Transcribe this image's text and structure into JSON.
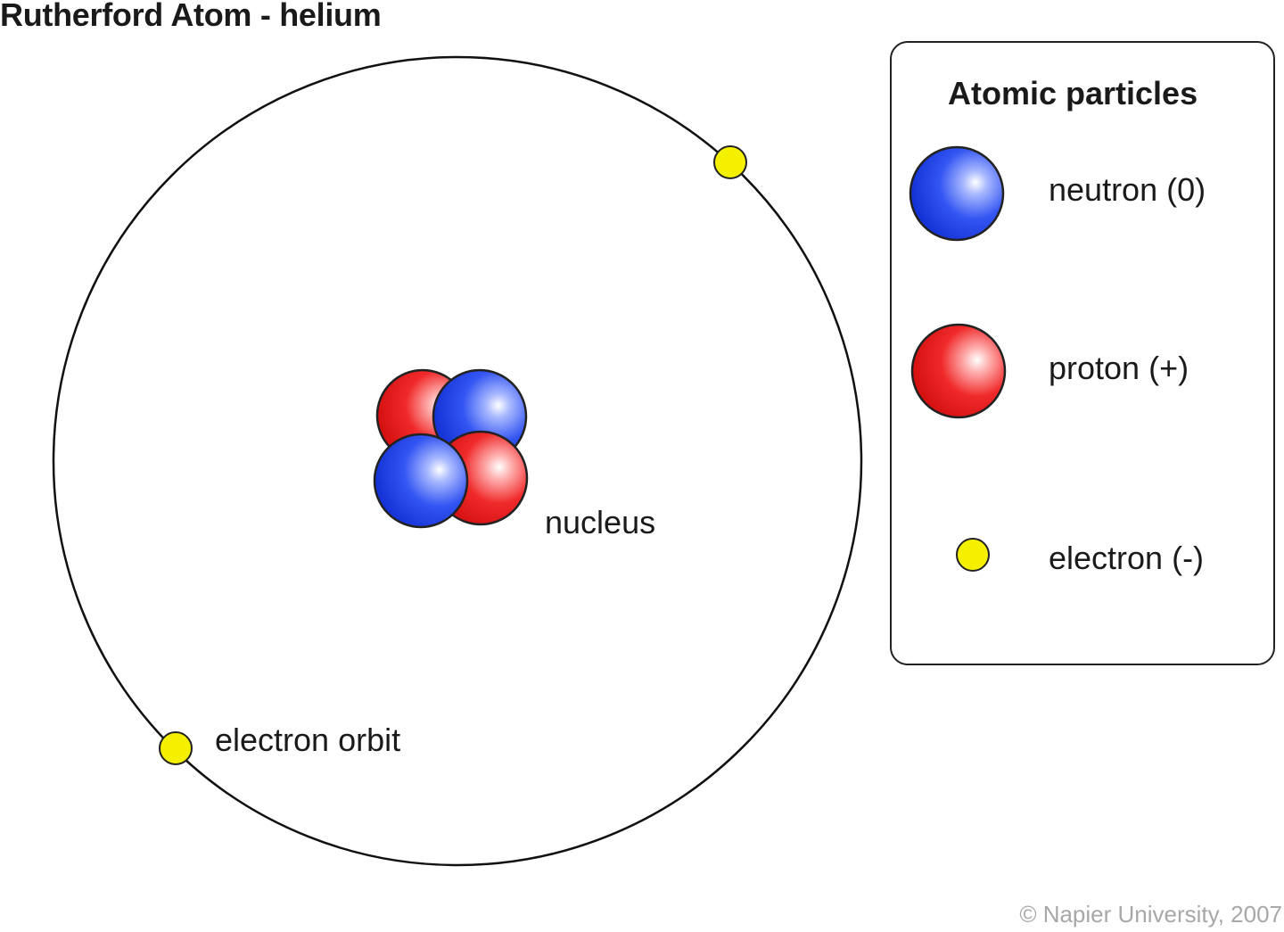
{
  "title": "Rutherford Atom - helium",
  "labels": {
    "nucleus": "nucleus",
    "electron_orbit": "electron orbit"
  },
  "legend": {
    "title": "Atomic particles",
    "items": [
      {
        "particle": "neutron",
        "label": "neutron (0)",
        "color": "#1a3fe6"
      },
      {
        "particle": "proton",
        "label": "proton (+)",
        "color": "#e31a1a"
      },
      {
        "particle": "electron",
        "label": "electron (-)",
        "color": "#f5f000"
      }
    ]
  },
  "nucleus": {
    "protons": 2,
    "neutrons": 2
  },
  "electrons": 2,
  "credit": "© Napier University, 2007"
}
